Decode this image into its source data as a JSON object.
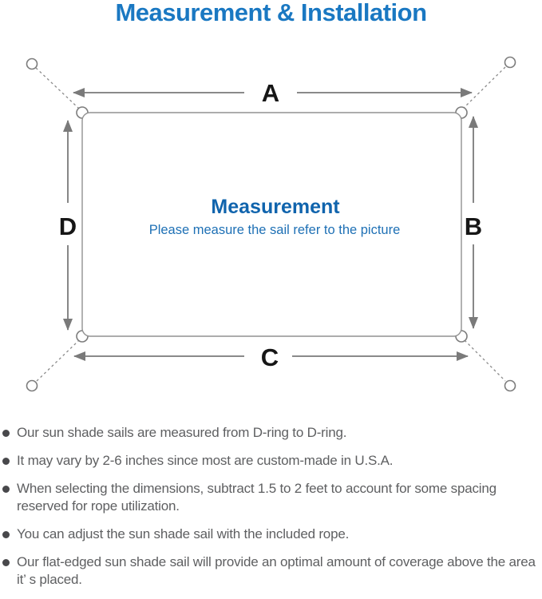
{
  "title": "Measurement & Installation",
  "diagram": {
    "center_title": "Measurement",
    "center_subtitle": "Please measure the sail refer to the picture",
    "side_labels": {
      "top": "A",
      "right": "B",
      "bottom": "C",
      "left": "D"
    },
    "icons": {
      "anchor_point": "anchor-ring-icon",
      "corner_ring": "d-ring-icon",
      "dimension_arrow": "double-arrow-icon"
    }
  },
  "bullets": [
    "Our sun shade sails are measured from D-ring to D-ring.",
    "It may vary by 2-6 inches since most are custom-made in U.S.A.",
    "When selecting the dimensions, subtract 1.5 to 2 feet to account for some spacing reserved for rope utilization.",
    "You can adjust the sun shade sail with the included rope.",
    "Our flat-edged sun shade sail will provide an optimal amount of coverage above the area it’ s placed."
  ],
  "colors": {
    "title_blue": "#1a78c2",
    "center_title_blue": "#1064ad",
    "center_subtitle_blue": "#1e70b5",
    "label_black": "#161616",
    "line_gray": "#7c7c7c",
    "outline_gray": "#929292",
    "bullet_text_gray": "#5e5f61",
    "bullet_dot_gray": "#48484b"
  }
}
